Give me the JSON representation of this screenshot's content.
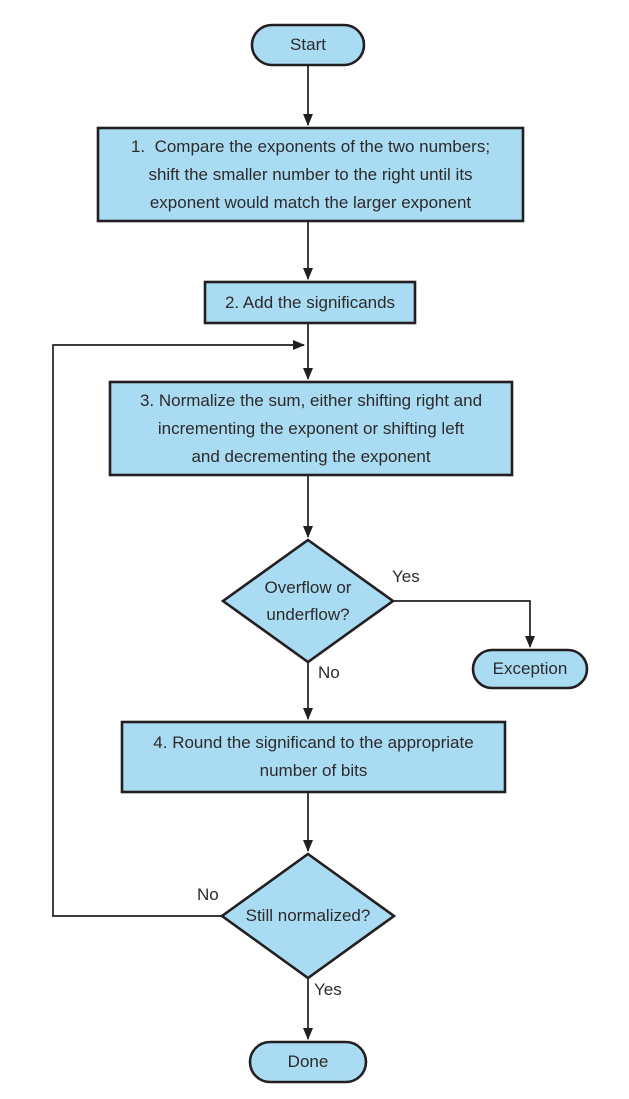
{
  "diagram": {
    "type": "flowchart",
    "colors": {
      "node_fill": "#a9dcf2",
      "node_border": "#231f20",
      "edge_line": "#231f20",
      "text": "#2d2a2b",
      "background": "#ffffff"
    },
    "nodes": {
      "start": {
        "type": "terminal",
        "label": "Start"
      },
      "step1": {
        "type": "process",
        "lines": [
          "1.  Compare the exponents of the two numbers;",
          "shift the smaller number to the right until its",
          "exponent would match the larger exponent"
        ]
      },
      "step2": {
        "type": "process",
        "lines": [
          "2. Add the significands"
        ]
      },
      "step3": {
        "type": "process",
        "lines": [
          "3. Normalize the sum, either shifting right and",
          "incrementing the exponent or shifting left",
          "and decrementing the exponent"
        ]
      },
      "overflow_decision": {
        "type": "decision",
        "lines": [
          "Overflow or",
          "underflow?"
        ]
      },
      "exception": {
        "type": "terminal",
        "label": "Exception"
      },
      "step4": {
        "type": "process",
        "lines": [
          "4. Round the significand to the appropriate",
          "number of bits"
        ]
      },
      "normalized_decision": {
        "type": "decision",
        "lines": [
          "Still normalized?"
        ]
      },
      "done": {
        "type": "terminal",
        "label": "Done"
      }
    },
    "edge_labels": {
      "overflow_yes": "Yes",
      "overflow_no": "No",
      "normalized_no": "No",
      "normalized_yes": "Yes"
    }
  }
}
